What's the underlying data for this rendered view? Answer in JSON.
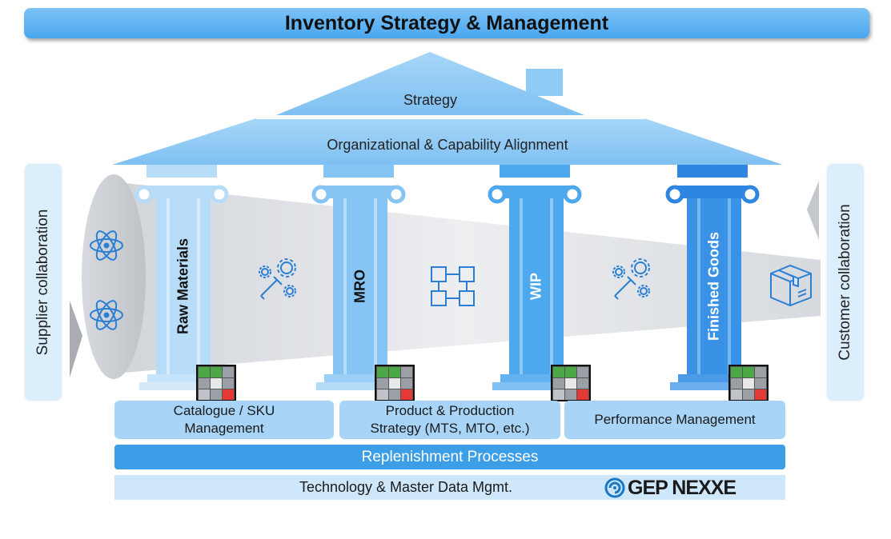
{
  "title": "Inventory Strategy & Management",
  "roof": {
    "strategy": "Strategy",
    "alignment": "Organizational & Capability Alignment"
  },
  "sides": {
    "left": "Supplier collaboration",
    "right": "Customer collaboration"
  },
  "pillars": [
    {
      "label": "Raw Materials",
      "text_color": "#111111"
    },
    {
      "label": "MRO",
      "text_color": "#111111"
    },
    {
      "label": "WIP",
      "text_color": "#ffffff"
    },
    {
      "label": "Finished Goods",
      "text_color": "#ffffff"
    }
  ],
  "foundation": {
    "boxes": [
      "Catalogue / SKU\nManagement",
      "Product & Production\nStrategy (MTS, MTO, etc.)",
      "Performance Management"
    ],
    "replenishment": "Replenishment Processes",
    "technology": "Technology & Master Data Mgmt.",
    "logo": "GEP NEXXE"
  },
  "icons": [
    "atom-icon",
    "atom-icon",
    "gear-wrench-icon",
    "flowchart-icon",
    "gear-wrench-icon",
    "box-icon",
    "matrix-icon"
  ],
  "colors": {
    "title_bar": "#4aa6ee",
    "roof": "#8fcbf6",
    "pillar_light": "#b6dcf8",
    "pillar_mid": "#86c4f3",
    "pillar_strong": "#4ea8ee",
    "pillar_dark": "#2f86e0",
    "replenishment": "#3d9ee8",
    "logo_blue": "#1a78c8"
  }
}
